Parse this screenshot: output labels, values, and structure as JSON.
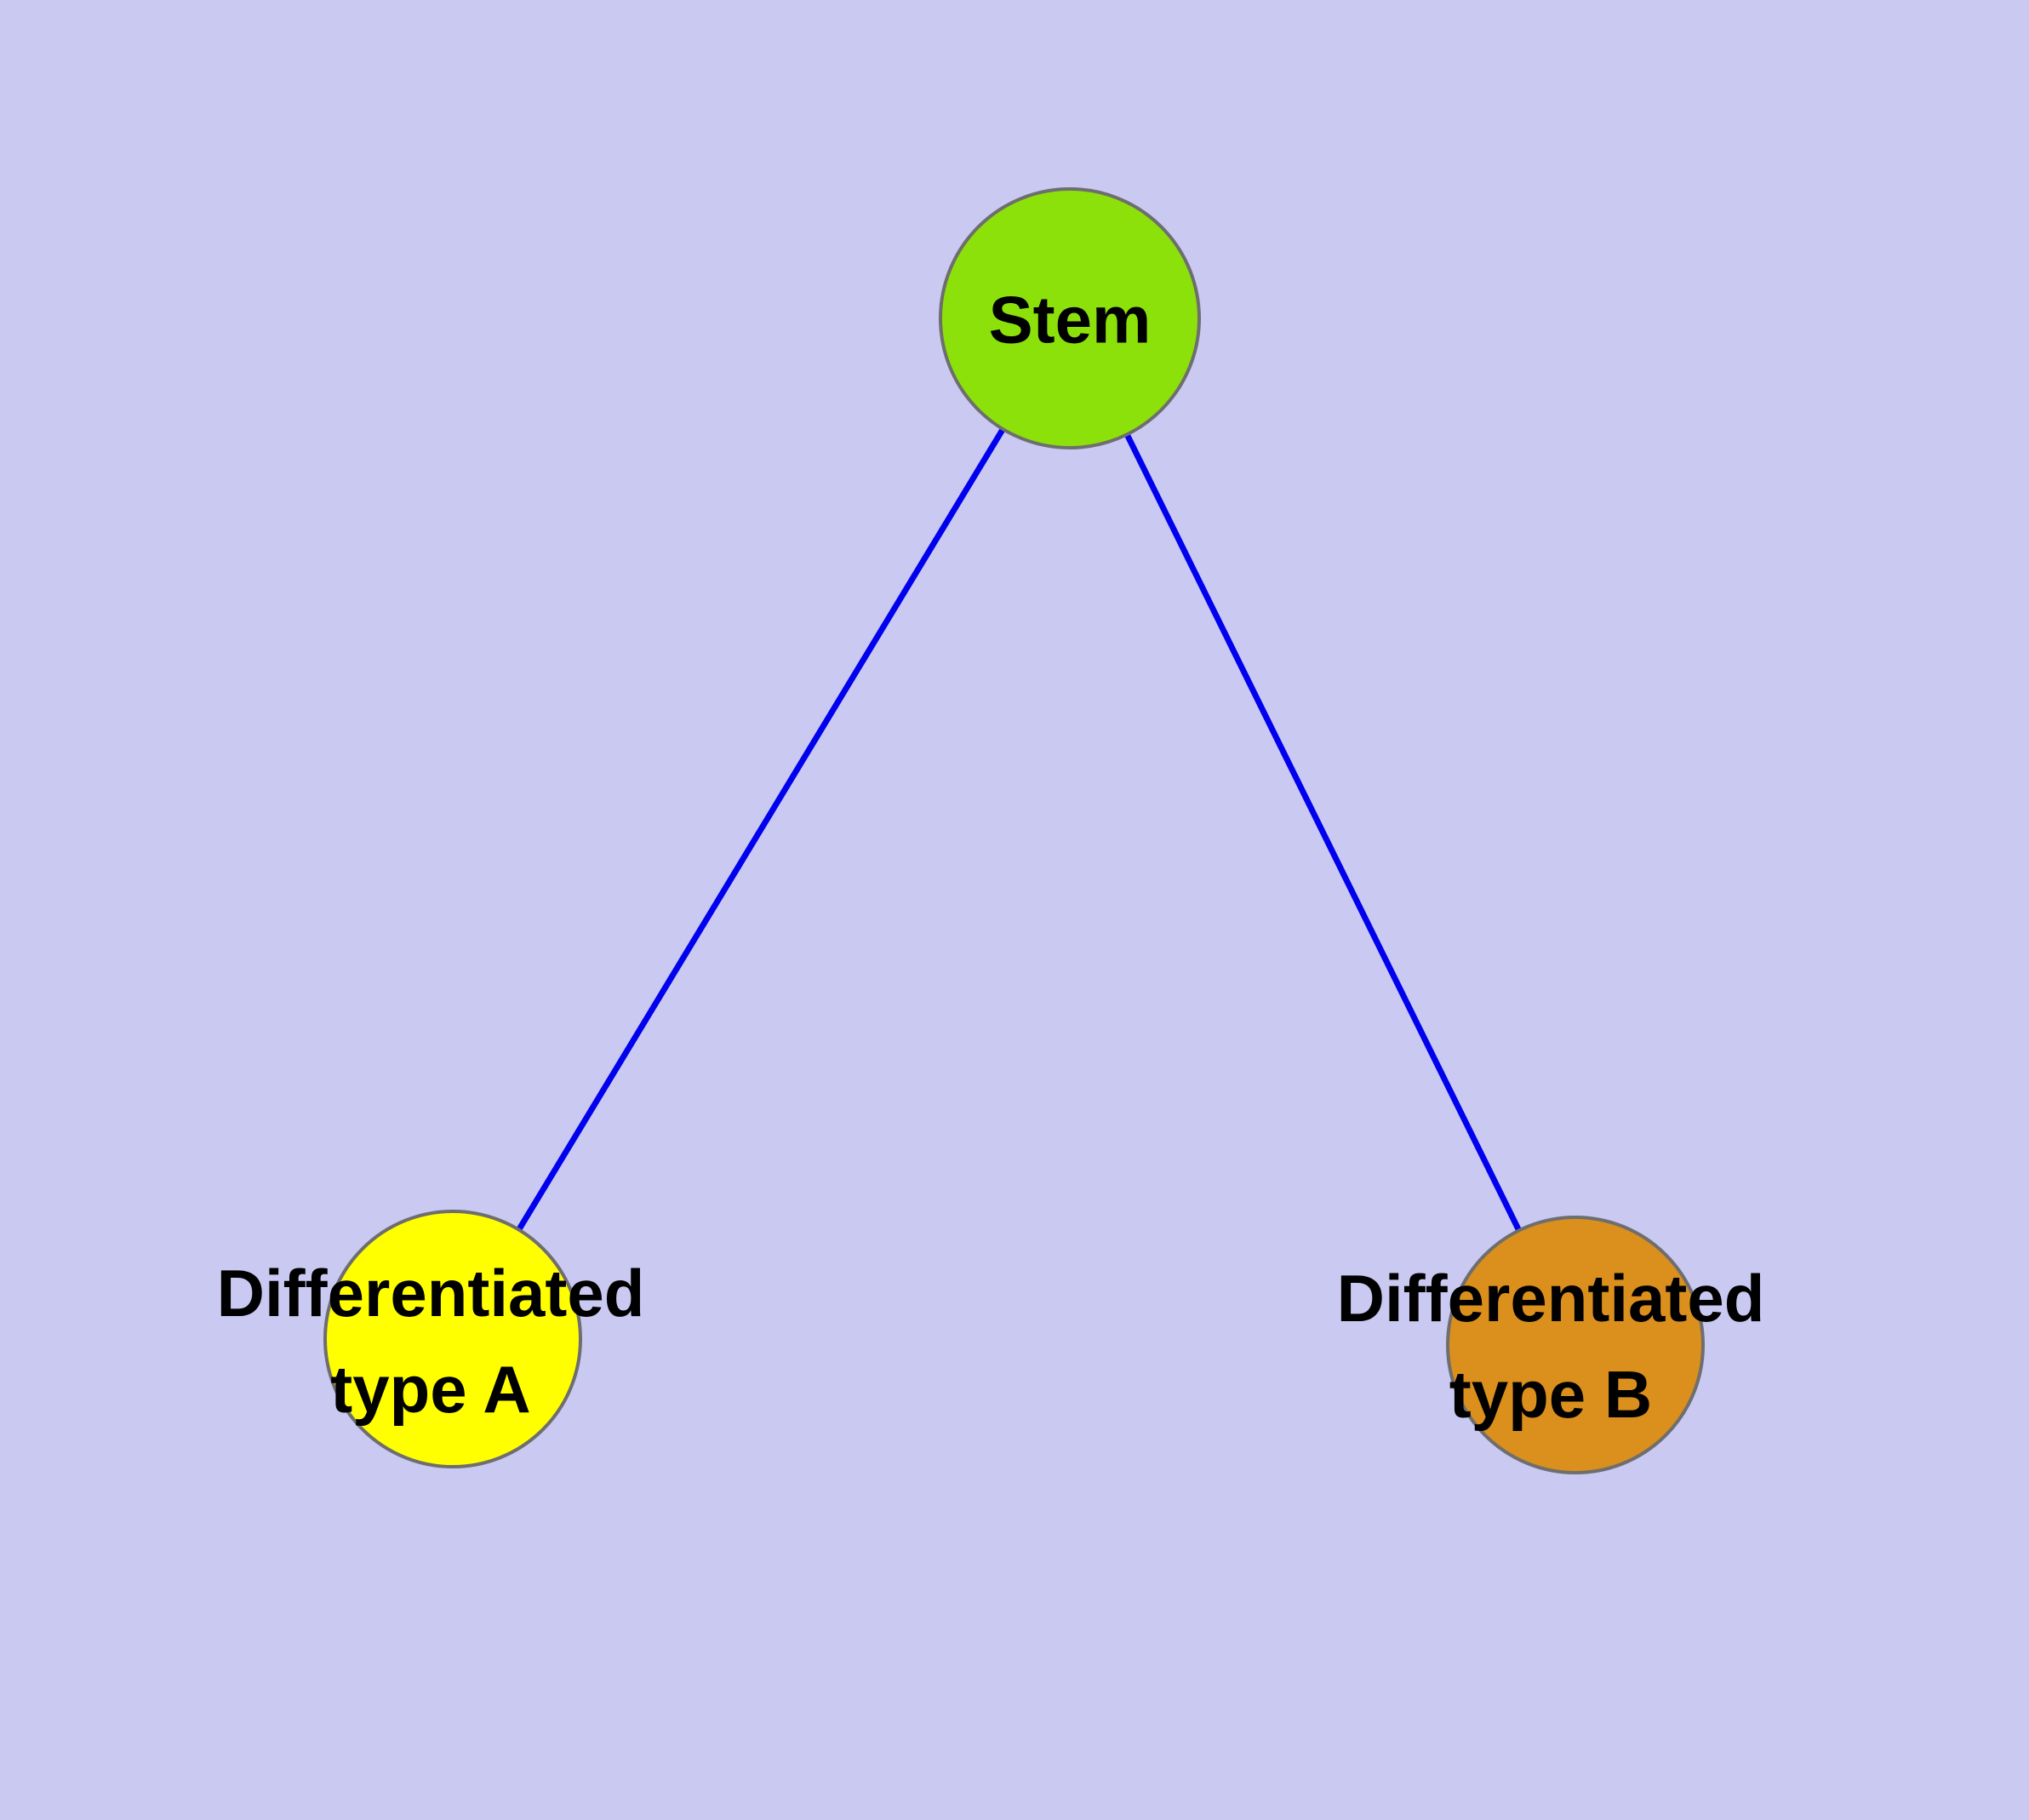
{
  "background_color": "#c9c9f2",
  "nodes": [
    {
      "name": "stem",
      "label": "Stem",
      "fill": "#8ce10a",
      "border": "#6e6e6e"
    },
    {
      "name": "differentiated-type-a",
      "label_line1": "Differentiated",
      "label_line2": "type A",
      "fill": "#ffff00",
      "border": "#6e6e6e"
    },
    {
      "name": "differentiated-type-b",
      "label_line1": "Differentiated",
      "label_line2": "type B",
      "fill": "#db8f1d",
      "border": "#6e6e6e"
    }
  ],
  "edges": [
    {
      "from": "stem",
      "to": "differentiated-type-a",
      "color": "#0000ee"
    },
    {
      "from": "stem",
      "to": "differentiated-type-b",
      "color": "#0000ee"
    }
  ]
}
